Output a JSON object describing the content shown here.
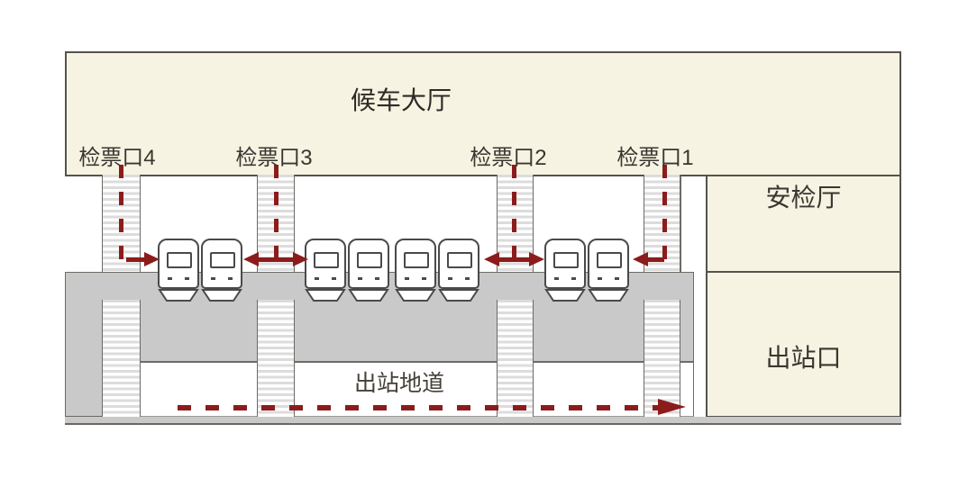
{
  "waiting_hall": {
    "label": "候车大厅"
  },
  "gates": [
    {
      "label": "检票口4"
    },
    {
      "label": "检票口3"
    },
    {
      "label": "检票口2"
    },
    {
      "label": "检票口1"
    }
  ],
  "security_hall": {
    "label": "安检厅"
  },
  "exit_hall": {
    "label": "出站口"
  },
  "underpass": {
    "label": "出站地道"
  },
  "platform": {
    "train_pair_count": 4,
    "cars_per_pair": 2
  },
  "colors": {
    "accent_red": "#8c1c1c",
    "room_fill": "#f7f3e2",
    "platform_fill": "#c9c9c9",
    "stripe_gray": "#dcdcdc",
    "outline_dark": "#56524b",
    "outline_mid": "#6e6a64",
    "train_outline": "#4a4a4a",
    "text": "#3a3631"
  }
}
